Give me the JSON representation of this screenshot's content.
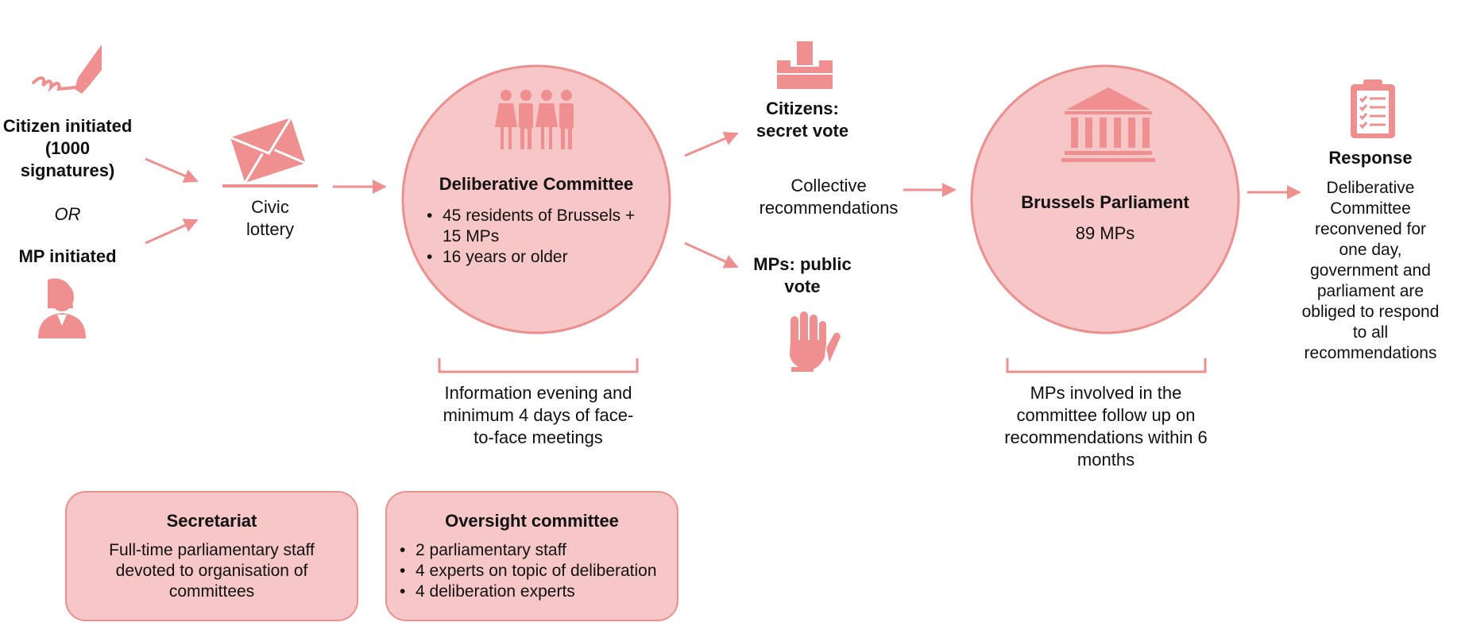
{
  "colors": {
    "accent": "#f08f8f",
    "circle_fill": "#f7c6c6",
    "circle_stroke": "#ec8f8f",
    "text": "#111111"
  },
  "icons": [
    "signature-pen-icon",
    "envelope-icon",
    "people-group-icon",
    "ballot-box-icon",
    "raised-hand-icon",
    "parliament-building-icon",
    "clipboard-checklist-icon",
    "woman-mp-icon"
  ],
  "initiation": {
    "citizen": "Citizen initiated (1000 signatures)",
    "or": "OR",
    "mp": "MP initiated"
  },
  "lottery": "Civic lottery",
  "deliberative": {
    "title": "Deliberative Committee",
    "bullets": [
      "45 residents of Brussels + 15 MPs",
      "16 years or older"
    ],
    "note": "Information evening and minimum 4 days of face-to-face meetings"
  },
  "votes": {
    "citizens": "Citizens: secret vote",
    "mps": "MPs: public vote",
    "collective": "Collective recommendations"
  },
  "parliament": {
    "title": "Brussels Parliament",
    "subtitle": "89 MPs",
    "note": "MPs involved in the committee follow up on recommendations within 6 months"
  },
  "response": {
    "title": "Response",
    "text": "Deliberative Committee reconvened for one day, government and parliament are obliged to respond to all recommendations"
  },
  "secretariat": {
    "title": "Secretariat",
    "text": "Full-time parliamentary staff devoted to organisation of committees"
  },
  "oversight": {
    "title": "Oversight committee",
    "bullets": [
      "2 parliamentary staff",
      "4 experts on topic of deliberation",
      "4 deliberation experts"
    ]
  }
}
